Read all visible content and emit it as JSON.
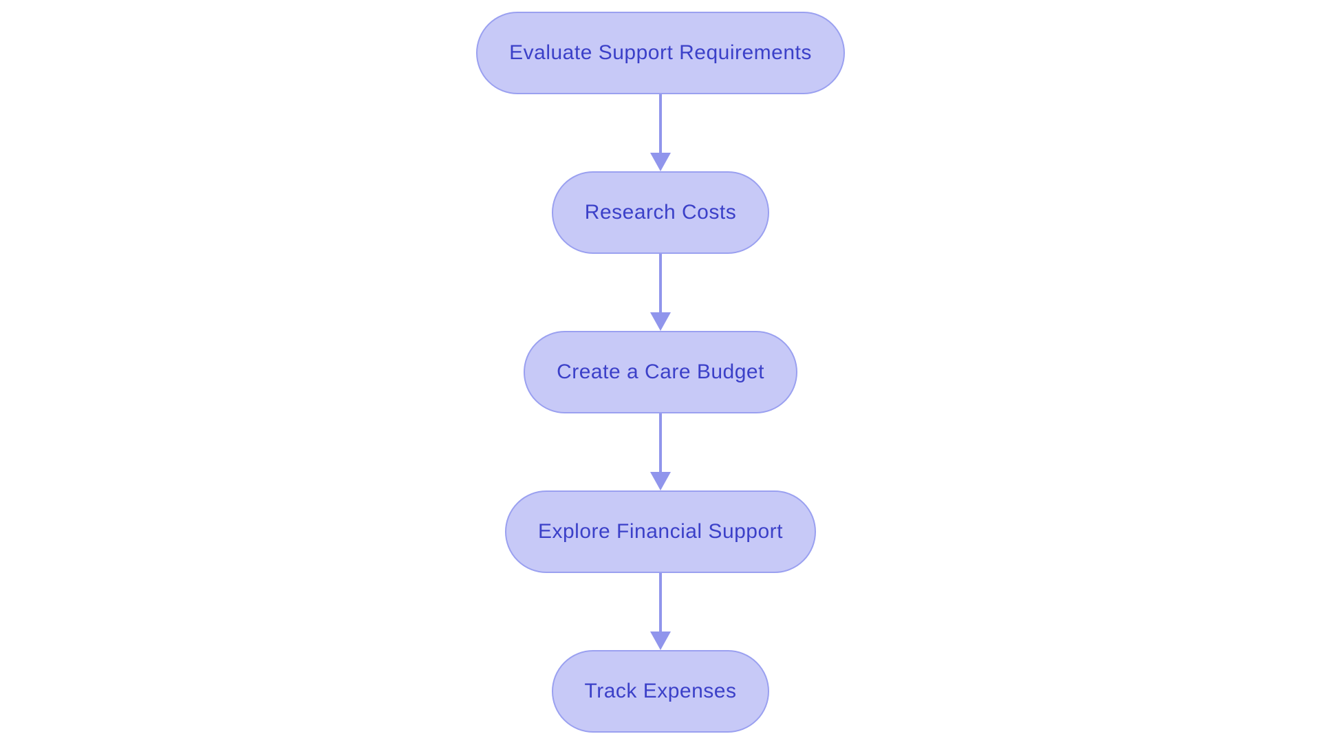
{
  "diagram": {
    "type": "flowchart",
    "direction": "top-down",
    "nodes": [
      {
        "id": "evaluate-support-requirements",
        "label": "Evaluate Support Requirements"
      },
      {
        "id": "research-costs",
        "label": "Research Costs"
      },
      {
        "id": "create-a-care-budget",
        "label": "Create a Care Budget"
      },
      {
        "id": "explore-financial-support",
        "label": "Explore Financial Support"
      },
      {
        "id": "track-expenses",
        "label": "Track Expenses"
      }
    ],
    "edges": [
      {
        "from": "evaluate-support-requirements",
        "to": "research-costs"
      },
      {
        "from": "research-costs",
        "to": "create-a-care-budget"
      },
      {
        "from": "create-a-care-budget",
        "to": "explore-financial-support"
      },
      {
        "from": "explore-financial-support",
        "to": "track-expenses"
      }
    ],
    "colors": {
      "background": "#ffffff",
      "node_fill": "#c7c9f7",
      "node_border": "#9aa0f0",
      "node_text": "#3b40c8",
      "arrow": "#9095ec"
    }
  }
}
